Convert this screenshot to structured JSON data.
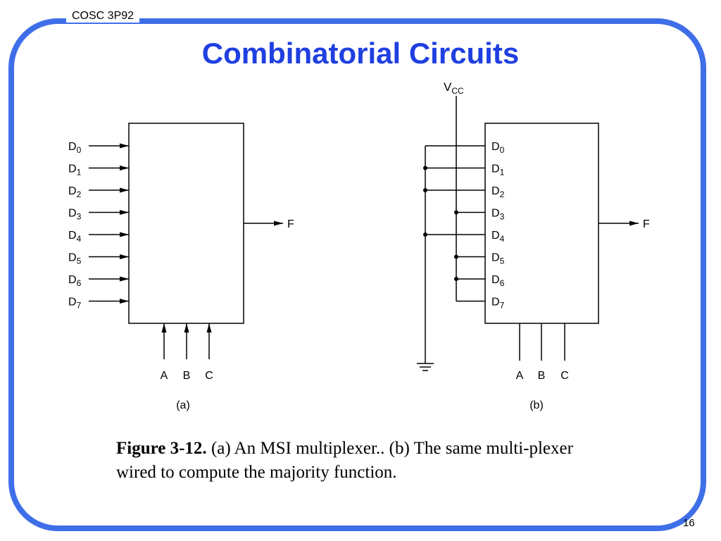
{
  "header": {
    "course": "COSC 3P92",
    "title": "Combinatorial Circuits"
  },
  "diagram_a": {
    "inputs": [
      {
        "base": "D",
        "sub": "0"
      },
      {
        "base": "D",
        "sub": "1"
      },
      {
        "base": "D",
        "sub": "2"
      },
      {
        "base": "D",
        "sub": "3"
      },
      {
        "base": "D",
        "sub": "4"
      },
      {
        "base": "D",
        "sub": "5"
      },
      {
        "base": "D",
        "sub": "6"
      },
      {
        "base": "D",
        "sub": "7"
      }
    ],
    "output": "F",
    "selects": [
      "A",
      "B",
      "C"
    ],
    "label": "(a)"
  },
  "diagram_b": {
    "vcc": {
      "base": "V",
      "sub": "CC"
    },
    "inputs": [
      {
        "base": "D",
        "sub": "0",
        "source": "ground"
      },
      {
        "base": "D",
        "sub": "1",
        "source": "ground"
      },
      {
        "base": "D",
        "sub": "2",
        "source": "ground"
      },
      {
        "base": "D",
        "sub": "3",
        "source": "vcc"
      },
      {
        "base": "D",
        "sub": "4",
        "source": "ground"
      },
      {
        "base": "D",
        "sub": "5",
        "source": "vcc"
      },
      {
        "base": "D",
        "sub": "6",
        "source": "vcc"
      },
      {
        "base": "D",
        "sub": "7",
        "source": "vcc"
      }
    ],
    "output": "F",
    "selects": [
      "A",
      "B",
      "C"
    ],
    "label": "(b)"
  },
  "caption": {
    "figure": "Figure 3-12.",
    "text": "(a) An MSI multiplexer.. (b) The same multi-plexer wired to compute the majority function."
  },
  "footer": {
    "page": "16"
  }
}
